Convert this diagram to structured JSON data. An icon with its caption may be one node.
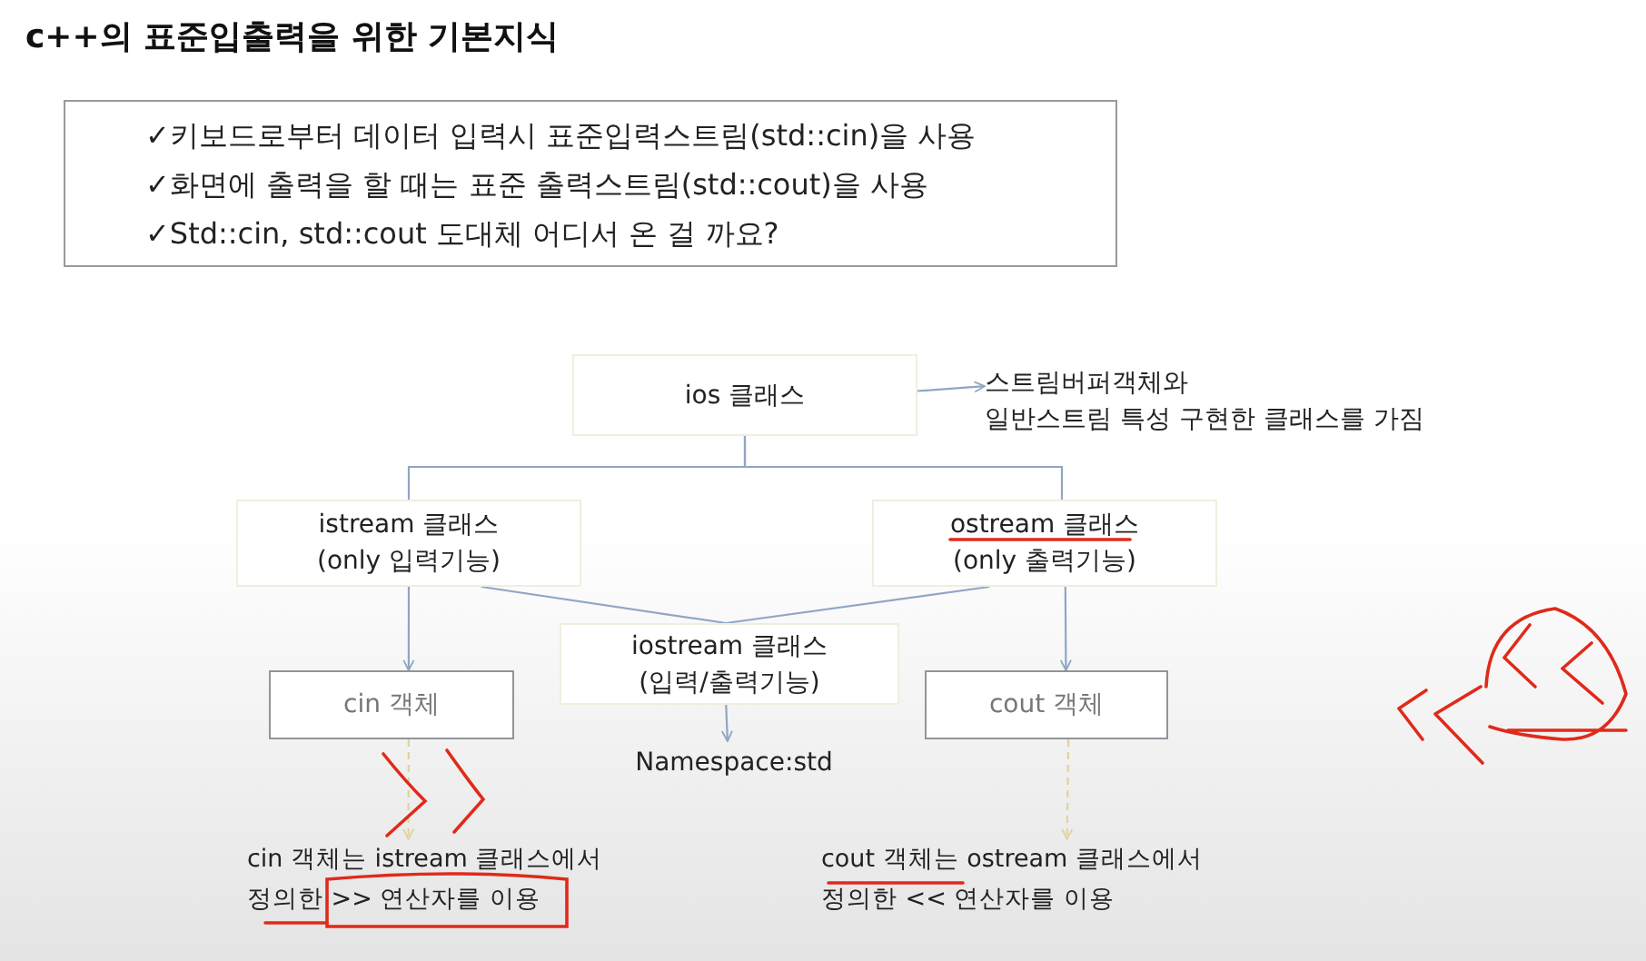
{
  "diagram": {
    "title": "c++의 표준입출력을 위한 기본지식",
    "nodes": [
      {
        "text": [
          "✓키보드로부터 데이터 입력시 표준입력스트림(std::cin)을 사용",
          "✓화면에 출력을 할 때는 표준 출력스트림(std::cout)을 사용",
          "✓Std::cin, std::cout 도대체 어디서 온 걸 까요?"
        ]
      },
      {
        "text": [
          "ios 클래스"
        ]
      },
      {
        "text": [
          "스트림버퍼객체와 일반스트림 특성 구현한 클래스를 가짐"
        ]
      },
      {
        "text": [
          "istream 클래스 (only 입력기능)"
        ]
      },
      {
        "text": [
          "ostream 클래스 (only 출력기능)"
        ]
      },
      {
        "text": [
          "iostream 클래스 (입력/출력기능)"
        ]
      },
      {
        "text": [
          "cin 객체"
        ]
      },
      {
        "text": [
          "Namespace:std"
        ]
      },
      {
        "text": [
          "cout 객체"
        ]
      },
      {
        "text": [
          "cin 객체는 istream 클래스에서 정의한 >> 연산자를 이용"
        ]
      },
      {
        "text": [
          "cout 객체는 ostream 클래스에서 정의한 << 연산자를 이용"
        ]
      }
    ],
    "edges": [
      {
        "from": 1,
        "to": 2,
        "arrow": "to"
      },
      {
        "from": 1,
        "to": 3,
        "arrow": "none"
      },
      {
        "from": 1,
        "to": 4,
        "arrow": "none"
      },
      {
        "from": 3,
        "to": 5,
        "arrow": "none"
      },
      {
        "from": 4,
        "to": 5,
        "arrow": "none"
      },
      {
        "from": 3,
        "to": 6,
        "arrow": "to"
      },
      {
        "from": 4,
        "to": 8,
        "arrow": "to"
      },
      {
        "from": 5,
        "to": 7,
        "arrow": "to"
      },
      {
        "from": 6,
        "to": 9,
        "arrow": "to",
        "style": "dashed",
        "color": "#e3d29a"
      },
      {
        "from": 8,
        "to": 10,
        "arrow": "to",
        "style": "dashed",
        "color": "#e3d29a"
      }
    ]
  }
}
